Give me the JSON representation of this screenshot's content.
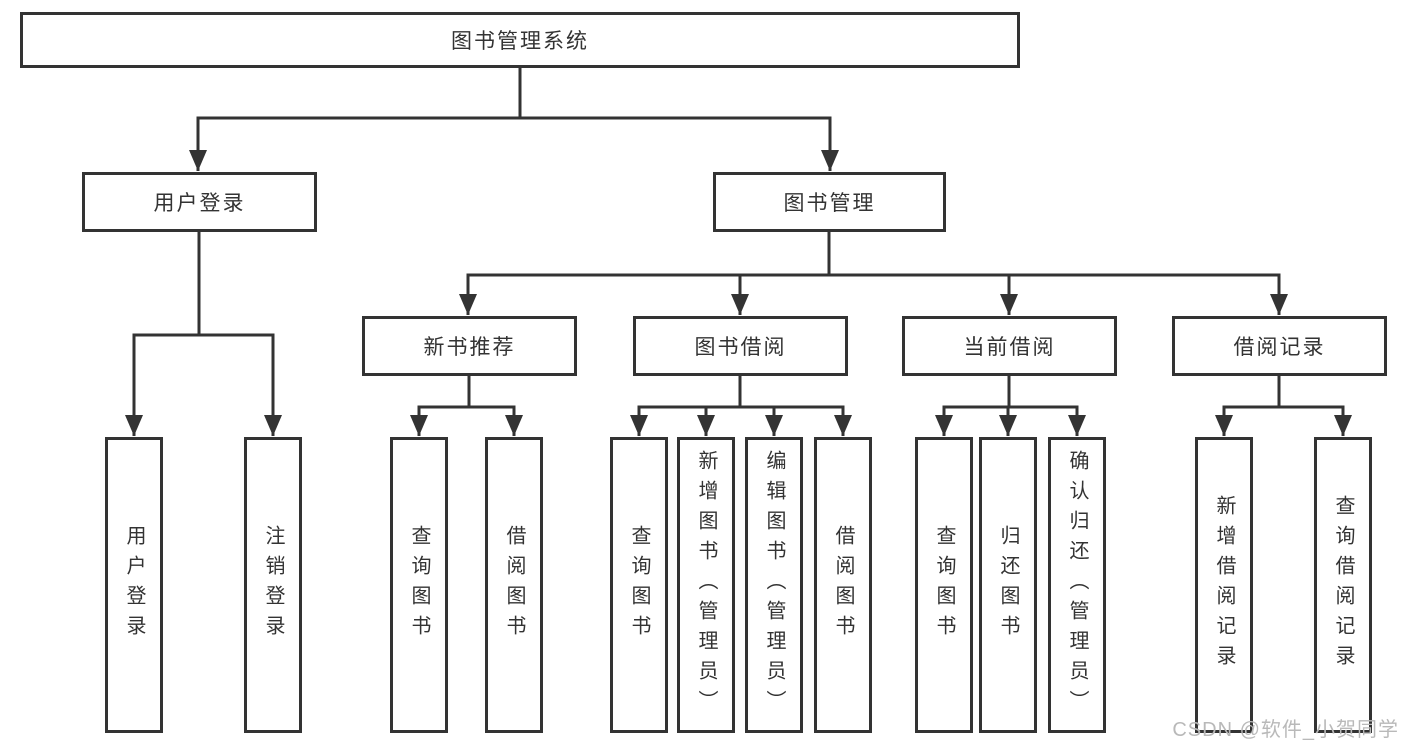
{
  "diagram_title": "图书管理系统",
  "tree": {
    "label": "图书管理系统",
    "children": [
      {
        "label": "用户登录",
        "children": [
          {
            "label": "用户登录"
          },
          {
            "label": "注销登录"
          }
        ]
      },
      {
        "label": "图书管理",
        "children": [
          {
            "label": "新书推荐",
            "children": [
              {
                "label": "查询图书"
              },
              {
                "label": "借阅图书"
              }
            ]
          },
          {
            "label": "图书借阅",
            "children": [
              {
                "label": "查询图书"
              },
              {
                "label": "新增图书（管理员）"
              },
              {
                "label": "编辑图书（管理员）"
              },
              {
                "label": "借阅图书"
              }
            ]
          },
          {
            "label": "当前借阅",
            "children": [
              {
                "label": "查询图书"
              },
              {
                "label": "归还图书"
              },
              {
                "label": "确认归还（管理员）"
              }
            ]
          },
          {
            "label": "借阅记录",
            "children": [
              {
                "label": "新增借阅记录"
              },
              {
                "label": "查询借阅记录"
              }
            ]
          }
        ]
      }
    ]
  },
  "watermark": "CSDN @软件_小贺同学",
  "colors": {
    "line": "#333333",
    "box_border": "#333333",
    "text": "#333333",
    "watermark": "#b9b9b9",
    "background": "#ffffff"
  }
}
